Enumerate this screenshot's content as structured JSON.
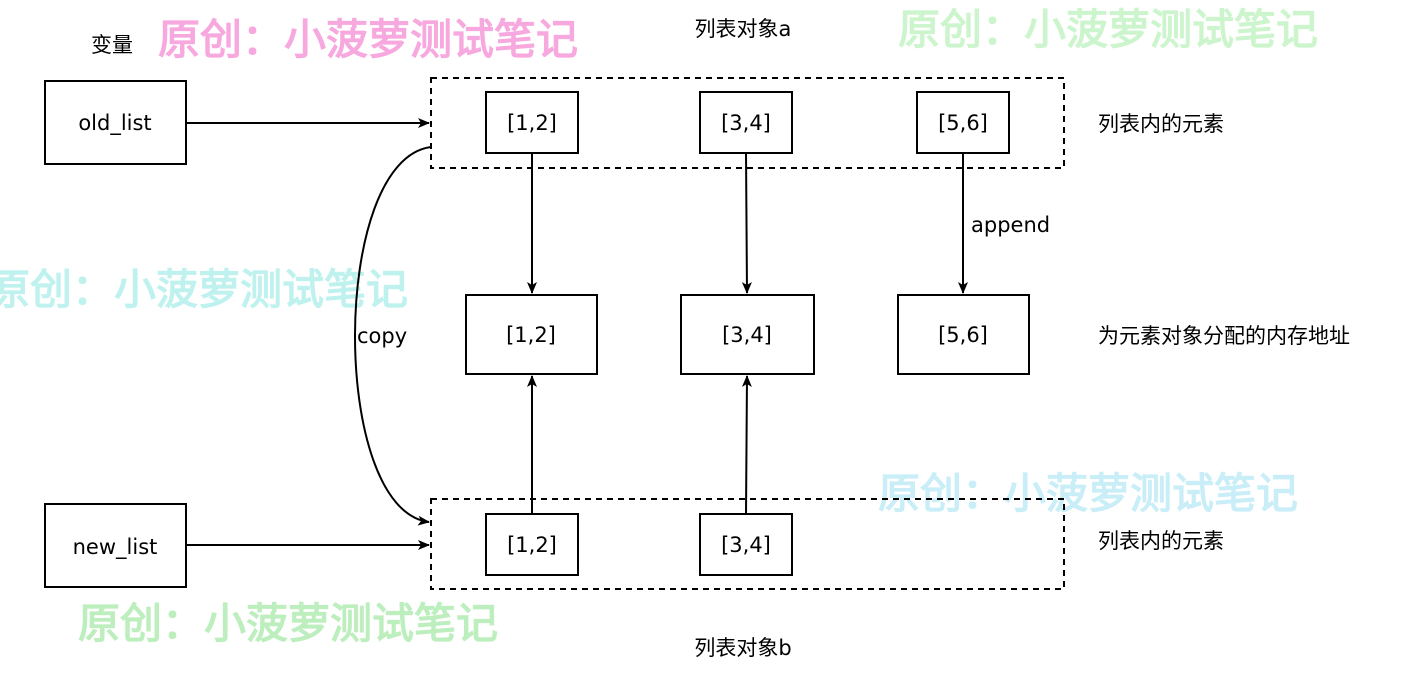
{
  "labels": {
    "variable": "变量",
    "list_object_a": "列表对象a",
    "list_object_b": "列表对象b",
    "list_elements_top": "列表内的元素",
    "list_elements_bottom": "列表内的元素",
    "memory_address": "为元素对象分配的内存地址",
    "copy": "copy",
    "append": "append"
  },
  "variables": {
    "old": "old_list",
    "new": "new_list"
  },
  "list_a_items": [
    "[1,2]",
    "[3,4]",
    "[5,6]"
  ],
  "memory_items": [
    "[1,2]",
    "[3,4]",
    "[5,6]"
  ],
  "list_b_items": [
    "[1,2]",
    "[3,4]"
  ],
  "watermark": {
    "text": "原创：小菠萝测试笔记",
    "colors": [
      "#f7a8de",
      "#cdf5cd",
      "#bff2ee",
      "#c9eef8",
      "#bdeebd"
    ]
  }
}
